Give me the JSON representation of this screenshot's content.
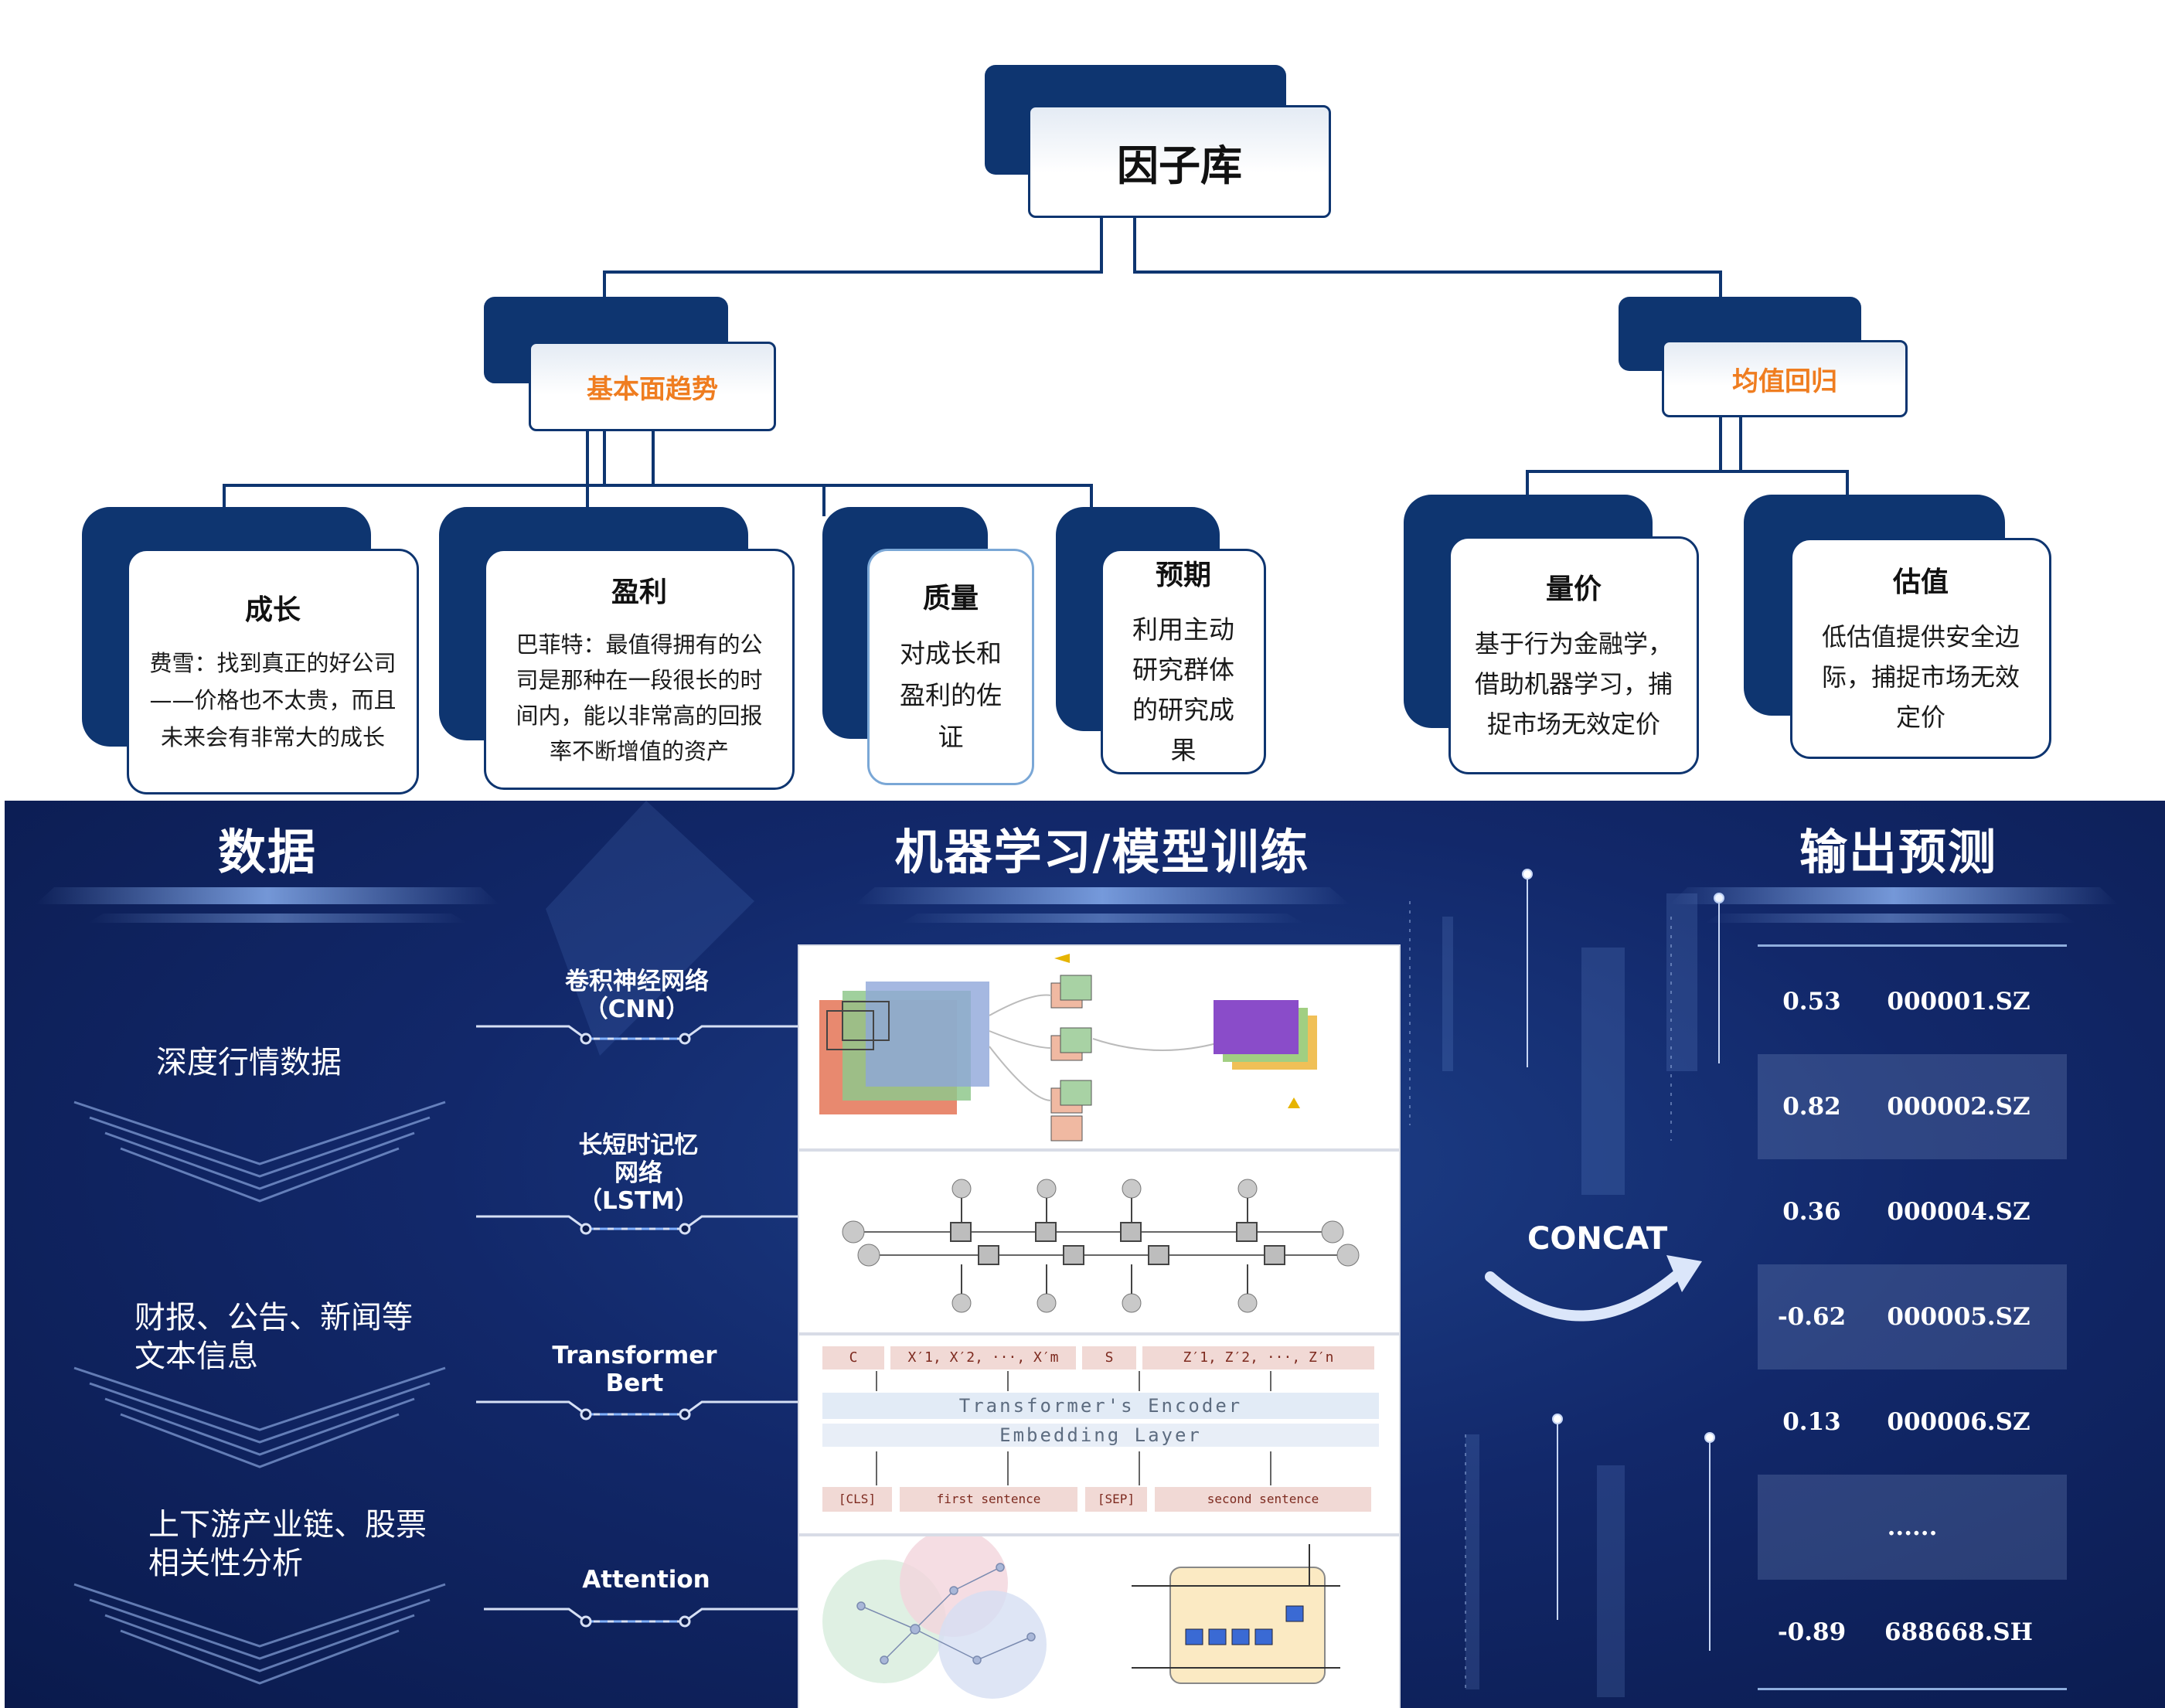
{
  "tree": {
    "root": {
      "label": "因子库"
    },
    "branches": [
      {
        "label": "基本面趋势",
        "children": [
          {
            "title": "成长",
            "desc": "费雪：找到真正的好公司——价格也不太贵，而且未来会有非常大的成长"
          },
          {
            "title": "盈利",
            "desc": "巴菲特：最值得拥有的公司是那种在一段很长的时间内，能以非常高的回报率不断增值的资产"
          },
          {
            "title": "质量",
            "desc": "对成长和盈利的佐证"
          },
          {
            "title": "预期",
            "desc": "利用主动研究群体的研究成果"
          }
        ]
      },
      {
        "label": "均值回归",
        "children": [
          {
            "title": "量价",
            "desc": "基于行为金融学，借助机器学习，捕捉市场无效定价"
          },
          {
            "title": "估值",
            "desc": "低估值提供安全边际，捕捉市场无效定价"
          }
        ]
      }
    ]
  },
  "panel": {
    "data_title": "数据",
    "model_title": "机器学习/模型训练",
    "output_title": "输出预测",
    "data_items": [
      "深度行情数据",
      "财报、公告、新闻等文本信息",
      "上下游产业链、股票相关性分析"
    ],
    "models": [
      "卷积神经网络（CNN）",
      "长短时记忆网络（LSTM）",
      "Transformer Bert",
      "Attention"
    ],
    "concat_label": "CONCAT",
    "bert_figure": {
      "top_tokens": [
        "C",
        "X′1, X′2, ···, X′m",
        "S",
        "Z′1, Z′2, ···, Z′n"
      ],
      "encoder": "Transformer's Encoder",
      "embedding": "Embedding Layer",
      "bottom_tokens": [
        "[CLS]",
        "first sentence",
        "[SEP]",
        "second sentence"
      ]
    },
    "predictions": [
      {
        "value": "0.53",
        "code": "000001.SZ"
      },
      {
        "value": "0.82",
        "code": "000002.SZ"
      },
      {
        "value": "0.36",
        "code": "000004.SZ"
      },
      {
        "value": "-0.62",
        "code": "000005.SZ"
      },
      {
        "value": "0.13",
        "code": "000006.SZ"
      },
      {
        "ellipsis": "......"
      },
      {
        "value": "-0.89",
        "code": "688668.SH"
      }
    ]
  },
  "colors": {
    "navy": "#0e3570",
    "orange": "#ef7d20",
    "panel_bg": "#12286a"
  }
}
